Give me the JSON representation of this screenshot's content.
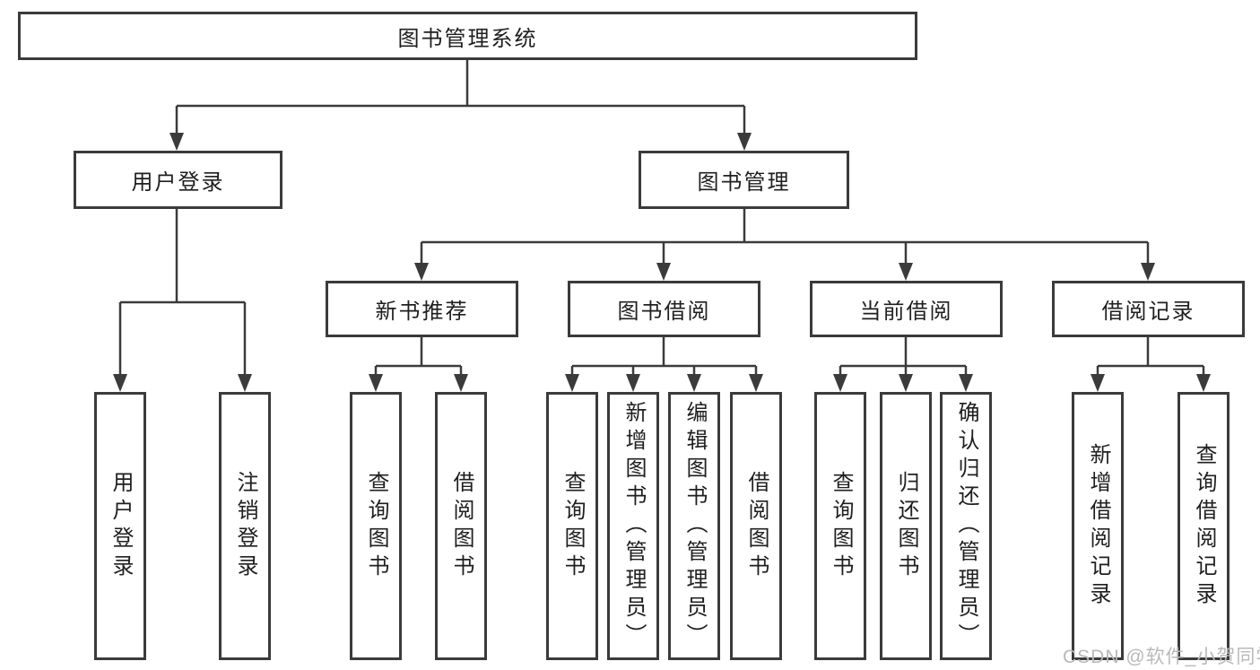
{
  "nodes": {
    "root": {
      "label": "图书管理系统"
    },
    "level1": [
      {
        "label": "用户登录"
      },
      {
        "label": "图书管理"
      }
    ],
    "level2": [
      {
        "label": "新书推荐"
      },
      {
        "label": "图书借阅"
      },
      {
        "label": "当前借阅"
      },
      {
        "label": "借阅记录"
      }
    ],
    "leaves_user_login": [
      {
        "label": "用户登录"
      },
      {
        "label": "注销登录"
      }
    ],
    "leaves_new_book_recommend": [
      {
        "label": "查询图书"
      },
      {
        "label": "借阅图书"
      }
    ],
    "leaves_book_borrow": [
      {
        "label": "查询图书"
      },
      {
        "label": "新增图书（管理员）"
      },
      {
        "label": "编辑图书（管理员）"
      },
      {
        "label": "借阅图书"
      }
    ],
    "leaves_current_borrow": [
      {
        "label": "查询图书"
      },
      {
        "label": "归还图书"
      },
      {
        "label": "确认归还（管理员）"
      }
    ],
    "leaves_borrow_records": [
      {
        "label": "新增借阅记录"
      },
      {
        "label": "查询借阅记录"
      }
    ]
  },
  "watermark": "CSDN @软件_小贺同学",
  "colors": {
    "line": "#3b3b3b",
    "text": "#1f1f1f",
    "watermark": "#b9b9b9",
    "background": "#ffffff"
  }
}
